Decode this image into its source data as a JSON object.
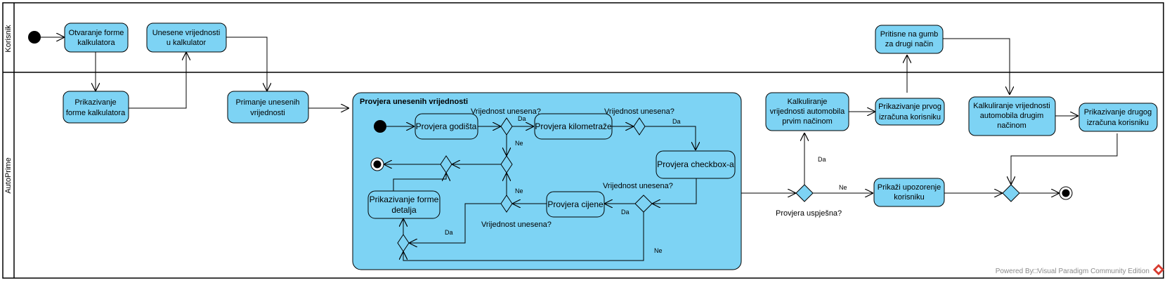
{
  "lanes": {
    "korisnik": "Korisnik",
    "autoprime": "AutoPrime"
  },
  "nodes": {
    "otvaranje": [
      "Otvaranje forme",
      "kalkulatora"
    ],
    "unesene": [
      "Unesene vrijednosti",
      "u kalkulator"
    ],
    "prikazivanje_forme": [
      "Prikazivanje",
      "forme kalkulatora"
    ],
    "primanje": [
      "Primanje unesenih",
      "vrijednosti"
    ],
    "provjera_godista": "Provjera godišta",
    "provjera_km": "Provjera kilometraže",
    "provjera_checkbox": "Provjera checkbox-a",
    "provjera_cijene": "Provjera cijene",
    "prikazivanje_detalja": [
      "Prikazivanje forme",
      "detalja"
    ],
    "kalk1": [
      "Kalkuliranje",
      "vrijednosti automobila",
      "prvim načinom"
    ],
    "prikaz_prvog": [
      "Prikazivanje prvog",
      "izračuna korisniku"
    ],
    "pritisne": [
      "Pritisne na gumb",
      "za drugi način"
    ],
    "kalk2": [
      "Kalkuliranje vrijednosti",
      "automobila drugim",
      "načinom"
    ],
    "prikaz_drugog": [
      "Prikazivanje drugog",
      "izračuna korisniku"
    ],
    "upozorenje": [
      "Prikaži upozorenje",
      "korisniku"
    ]
  },
  "group_title": "Provjera unesenih vrijednosti",
  "edge_labels": {
    "vu1": "Vrijednost unesena?",
    "da1": "Da",
    "ne1": "Ne",
    "vu2": "Vrijednost unesena?",
    "da2": "Da",
    "vu3": "Vrijednost unesena?",
    "da3": "Da",
    "ne3": "Ne",
    "vu4": "Vrijednost unesena?",
    "da4": "Da",
    "ne4": "Ne",
    "uspjesna": "Provjera uspješna?",
    "da5": "Da",
    "ne5": "Ne"
  },
  "watermark": "Powered By□Visual Paradigm Community Edition"
}
